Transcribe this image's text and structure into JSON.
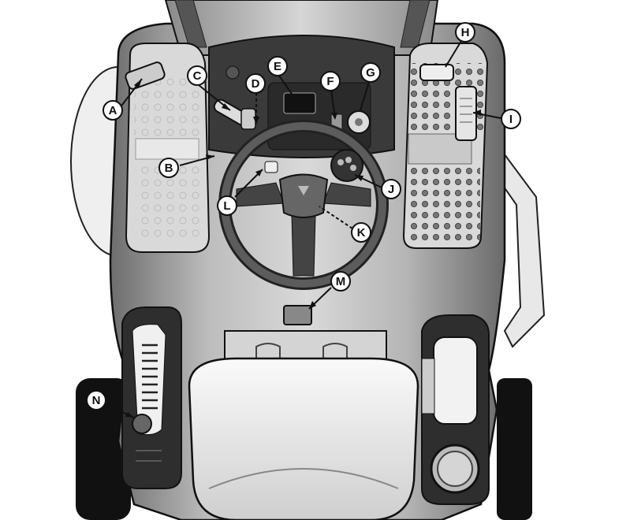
{
  "diagram": {
    "callouts": [
      {
        "letter": "A",
        "label": "A"
      },
      {
        "letter": "B",
        "label": "B"
      },
      {
        "letter": "C",
        "label": "C"
      },
      {
        "letter": "D",
        "label": "D"
      },
      {
        "letter": "E",
        "label": "E"
      },
      {
        "letter": "F",
        "label": "F"
      },
      {
        "letter": "G",
        "label": "G"
      },
      {
        "letter": "H",
        "label": "H"
      },
      {
        "letter": "I",
        "label": "I"
      },
      {
        "letter": "J",
        "label": "J"
      },
      {
        "letter": "K",
        "label": "K"
      },
      {
        "letter": "L",
        "label": "L"
      },
      {
        "letter": "M",
        "label": "M"
      },
      {
        "letter": "N",
        "label": "N"
      }
    ]
  }
}
